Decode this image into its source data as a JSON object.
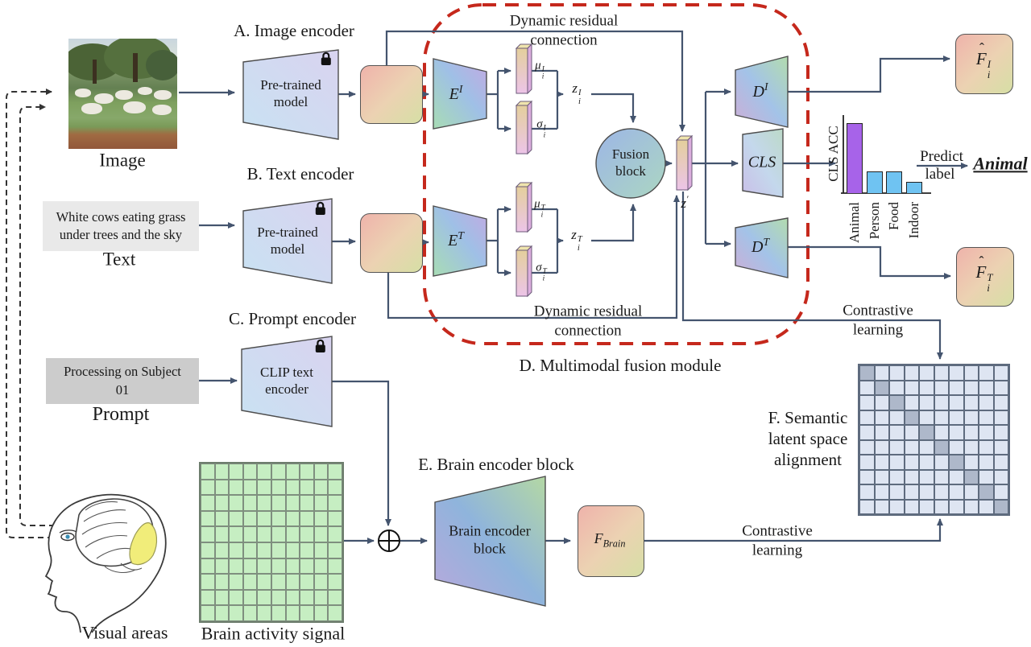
{
  "labels": {
    "section_a": "A. Image encoder",
    "section_b": "B. Text encoder",
    "section_c": "C. Prompt encoder",
    "section_d": "D. Multimodal fusion module",
    "section_e": "E. Brain encoder block",
    "section_f": "F. Semantic\nlatent space\nalignment",
    "image_caption": "Image",
    "text_caption": "Text",
    "prompt_caption": "Prompt",
    "visual_areas_caption": "Visual areas",
    "brain_signal_caption": "Brain activity signal",
    "residual_top": "Dynamic residual\nconnection",
    "residual_bottom": "Dynamic residual\nconnection",
    "contrastive_top": "Contrastive\nlearning",
    "contrastive_bottom": "Contrastive\nlearning"
  },
  "inputs": {
    "text_value": "White cows eating grass\nunder trees and the sky",
    "prompt_value": "Processing on Subject\n01"
  },
  "blocks": {
    "pretrained_image": "Pre-trained\nmodel",
    "pretrained_text": "Pre-trained\nmodel",
    "clip_encoder": "CLIP text\nencoder",
    "fusion_block": "Fusion\nblock",
    "brain_encoder": "Brain encoder\nblock"
  },
  "math": {
    "f_img": {
      "base": "F",
      "sub": "i",
      "sup": "I"
    },
    "f_txt": {
      "base": "F",
      "sub": "i",
      "sup": "T"
    },
    "e_img": {
      "base": "E",
      "sup": "I"
    },
    "e_txt": {
      "base": "E",
      "sup": "T"
    },
    "mu_img": {
      "base": "μ",
      "sub": "i",
      "sup": "I"
    },
    "sigma_img": {
      "base": "σ",
      "sub": "i",
      "sup": "I"
    },
    "mu_txt": {
      "base": "μ",
      "sub": "i",
      "sup": "T"
    },
    "sigma_txt": {
      "base": "σ",
      "sub": "i",
      "sup": "T"
    },
    "z_img": {
      "base": "z",
      "sub": "i",
      "sup": "I"
    },
    "z_txt": {
      "base": "z",
      "sub": "i",
      "sup": "T"
    },
    "z_prime": {
      "base": "z",
      "sup": "′"
    },
    "d_img": {
      "base": "D",
      "sup": "I"
    },
    "d_txt": {
      "base": "D",
      "sup": "T"
    },
    "cls": {
      "base": "CLS"
    },
    "f_img_hat": {
      "base": "F",
      "sub": "i",
      "sup": "I",
      "hat": true
    },
    "f_txt_hat": {
      "base": "F",
      "sub": "i",
      "sup": "T",
      "hat": true
    },
    "f_brain": {
      "base": "F",
      "sub": "Brain"
    }
  },
  "prediction": {
    "predict_line1": "Predict",
    "predict_line2": "label",
    "result": "Animal"
  },
  "chart_data": {
    "type": "bar",
    "title": "",
    "ylabel": "CLS ACC",
    "xlabel": "",
    "categories": [
      "Animal",
      "Person",
      "Food",
      "Indoor"
    ],
    "values": [
      0.9,
      0.28,
      0.28,
      0.14
    ],
    "ylim": [
      0,
      1
    ],
    "grid": false,
    "bar_colors": [
      "#a763e9",
      "#6fc3f2",
      "#6fc3f2",
      "#6fc3f2"
    ]
  },
  "alignment_matrix": {
    "rows": 10,
    "cols": 10,
    "diagonal_highlighted": true,
    "cell_color": "#dee5f2",
    "diagonal_color": "#aeb8ca",
    "border_color": "#5e6b7e"
  },
  "brain_grid": {
    "rows": 10,
    "cols": 10,
    "cell_color": "#c6eec2",
    "border_color": "#7f8f7f"
  },
  "colors": {
    "arrow": "#44546e",
    "module_outline": "#c5281c",
    "lock": "#111111",
    "highlight_visual_area": "#f1ed7a"
  }
}
